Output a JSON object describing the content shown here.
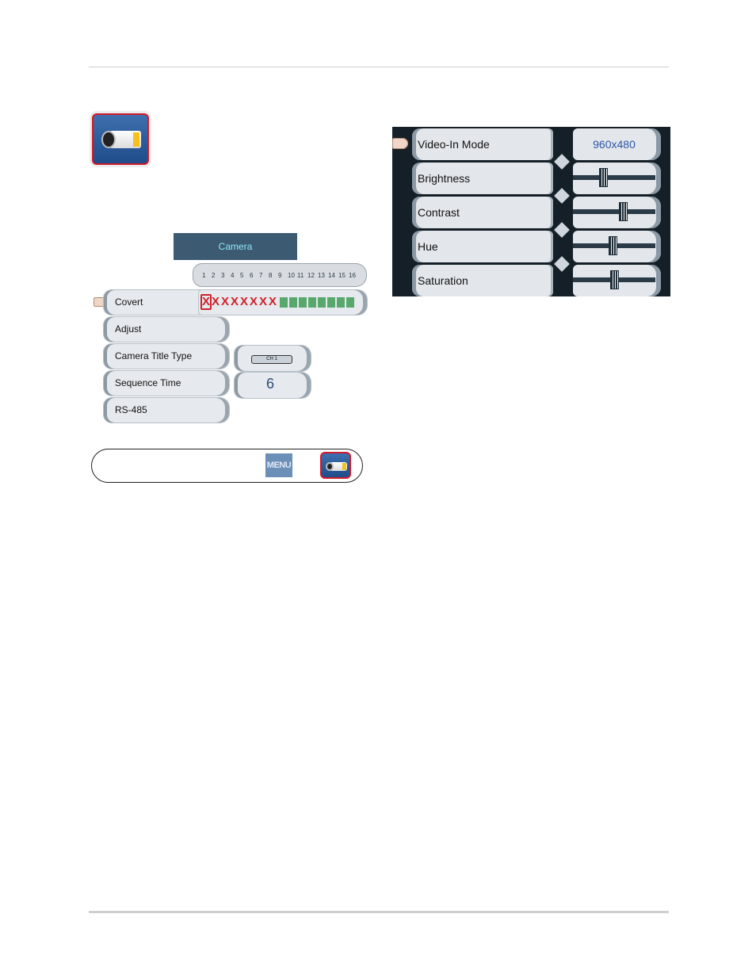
{
  "camera_menu": {
    "title": "Camera",
    "channel_numbers": [
      "1",
      "2",
      "3",
      "4",
      "5",
      "6",
      "7",
      "8",
      "9",
      "10",
      "11",
      "12",
      "13",
      "14",
      "15",
      "16"
    ],
    "items": [
      "Covert",
      "Adjust",
      "Camera Title Type",
      "Sequence Time",
      "RS-485"
    ],
    "covert_marks": [
      "X",
      "X",
      "X",
      "X",
      "X",
      "X",
      "X",
      "X"
    ],
    "title_type_value": "CH 1",
    "sequence_time_value": "6"
  },
  "nav": {
    "menu_label": "MENU"
  },
  "adjust_menu": {
    "rows": [
      {
        "label": "Video-In Mode",
        "value": "960x480"
      },
      {
        "label": "Brightness",
        "level": 0.35
      },
      {
        "label": "Contrast",
        "level": 0.62
      },
      {
        "label": "Hue",
        "level": 0.48
      },
      {
        "label": "Saturation",
        "level": 0.5
      }
    ]
  },
  "colors": {
    "accent_red": "#d01b2a",
    "osd_title_bg": "#3d5a73",
    "osd_title_text": "#8fe7f7",
    "value_blue": "#2f55a8"
  }
}
